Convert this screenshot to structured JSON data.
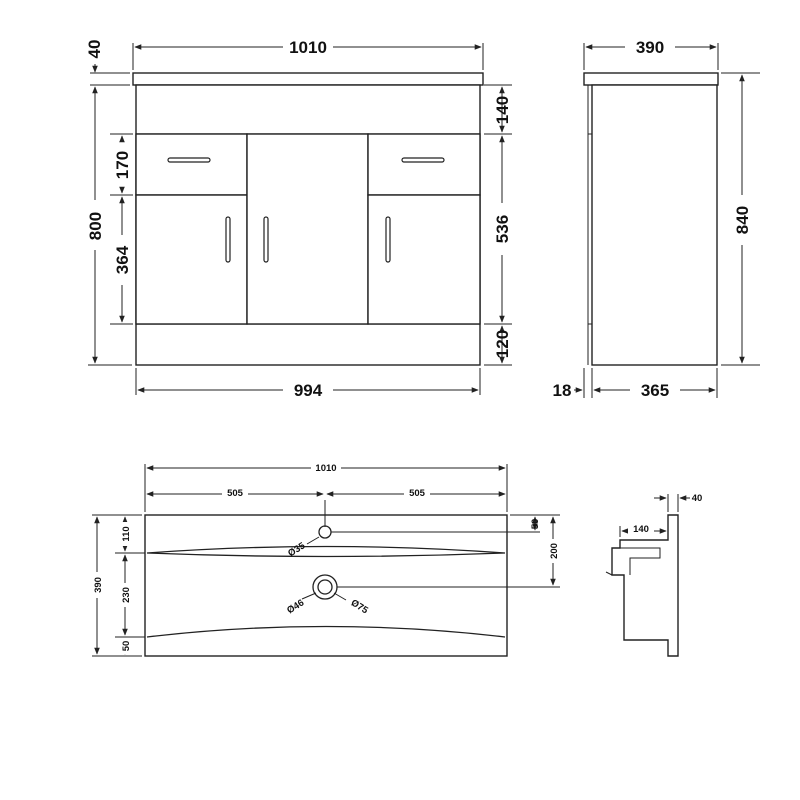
{
  "unit_view_front": {
    "width_top": "1010",
    "width_bottom": "994",
    "top_thickness": "40",
    "height_total": "800",
    "drawer_height": "170",
    "door_height": "364",
    "right_top": "140",
    "right_middle": "536",
    "right_bottom": "120"
  },
  "unit_view_side": {
    "depth_top": "390",
    "height": "840",
    "offset": "18",
    "depth_base": "365"
  },
  "basin_plan": {
    "width": "1010",
    "half_left": "505",
    "half_right": "505",
    "depth": "390",
    "front_edge": "110",
    "bowl": "230",
    "back_edge": "50",
    "tap_offset": "50",
    "waste_offset": "200",
    "tap_hole": "Ø35",
    "waste_inner": "Ø46",
    "waste_outer": "Ø75"
  },
  "basin_side": {
    "lip": "40",
    "bowl_depth": "140"
  }
}
